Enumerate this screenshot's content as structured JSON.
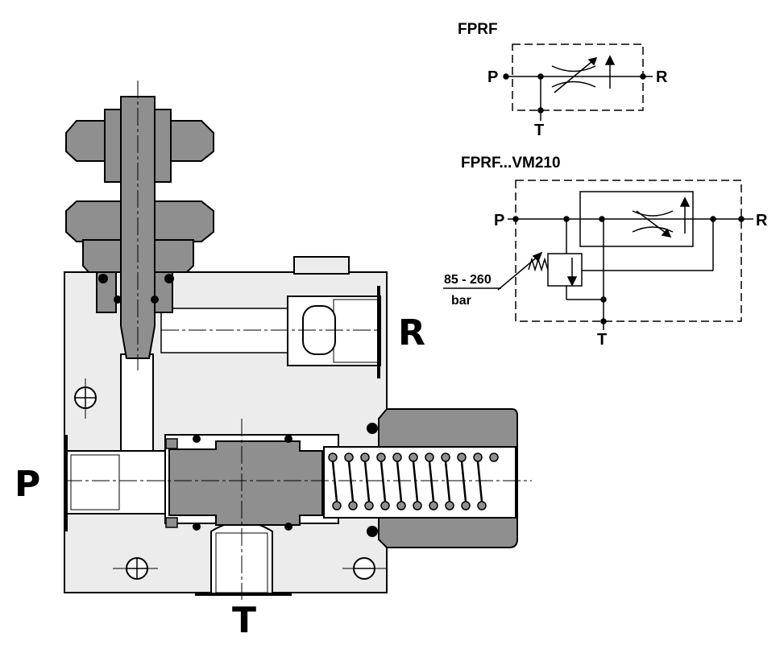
{
  "section_view": {
    "port_p": "P",
    "port_r": "R",
    "port_t": "T"
  },
  "symbol_fprf": {
    "title": "FPRF",
    "port_p": "P",
    "port_r": "R",
    "port_t": "T"
  },
  "symbol_fprf_vm210": {
    "title": "FPRF...VM210",
    "port_p": "P",
    "port_r": "R",
    "port_t": "T",
    "relief_setting": "85 - 260",
    "relief_unit": "bar"
  },
  "colors": {
    "body_fill": "#ececec",
    "part_fill": "#8f8f8f",
    "line": "#000000",
    "background": "#ffffff"
  }
}
